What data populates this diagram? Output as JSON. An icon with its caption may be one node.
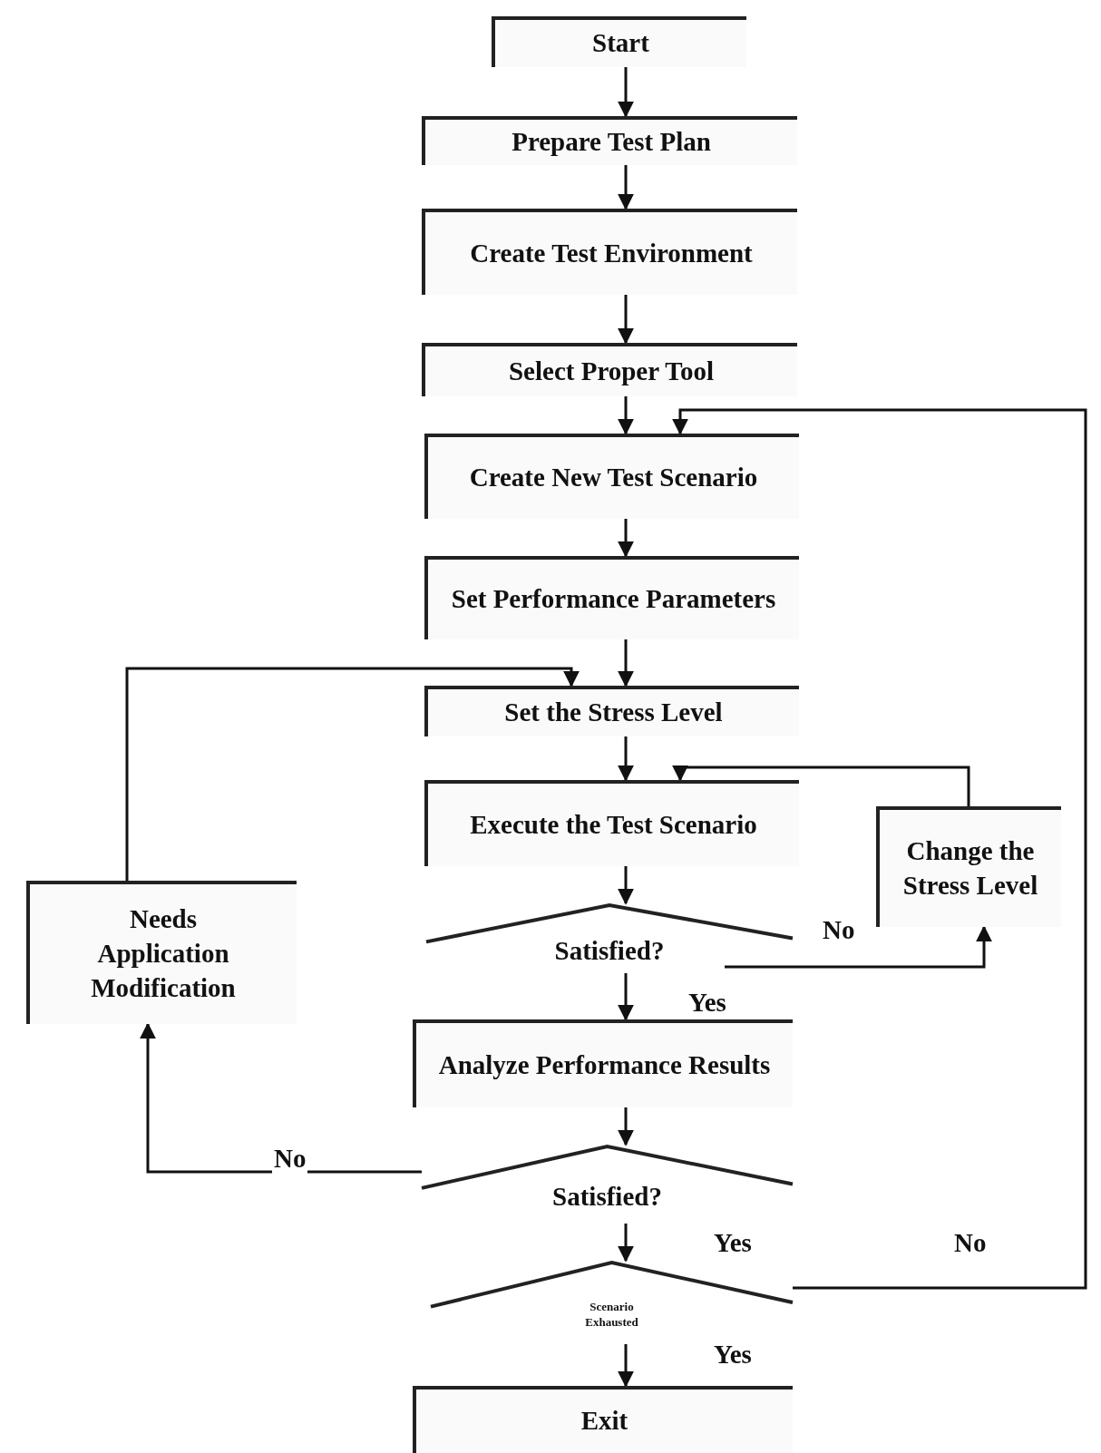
{
  "diagram": {
    "nodes": [
      {
        "text": [
          "Start"
        ]
      },
      {
        "text": [
          "Prepare Test Plan"
        ]
      },
      {
        "text": [
          "Create Test Environment"
        ]
      },
      {
        "text": [
          "Select Proper Tool"
        ]
      },
      {
        "text": [
          "Create New Test Scenario"
        ]
      },
      {
        "text": [
          "Set Performance Parameters"
        ]
      },
      {
        "text": [
          "Set the Stress Level"
        ]
      },
      {
        "text": [
          "Execute the Test Scenario"
        ]
      },
      {
        "text": [
          "Change the Stress Level"
        ]
      },
      {
        "text": [
          "Needs Application Modification"
        ]
      },
      {
        "text": [
          "Satisfied?"
        ]
      },
      {
        "text": [
          "Analyze Performance Results"
        ]
      },
      {
        "text": [
          "Satisfied?"
        ]
      },
      {
        "text": [
          "Scenario Exhausted"
        ]
      },
      {
        "text": [
          "Exit"
        ]
      }
    ],
    "edges": [
      {
        "from": 0,
        "to": 1,
        "arrow": "to"
      },
      {
        "from": 1,
        "to": 2,
        "arrow": "to"
      },
      {
        "from": 2,
        "to": 3,
        "arrow": "to"
      },
      {
        "from": 3,
        "to": 4,
        "arrow": "to"
      },
      {
        "from": 4,
        "to": 5,
        "arrow": "to"
      },
      {
        "from": 5,
        "to": 6,
        "arrow": "to"
      },
      {
        "from": 6,
        "to": 7,
        "arrow": "to"
      },
      {
        "from": 7,
        "to": 10,
        "arrow": "to"
      },
      {
        "from": 10,
        "to": 8,
        "label": "No",
        "arrow": "to"
      },
      {
        "from": 8,
        "to": 7,
        "arrow": "to"
      },
      {
        "from": 10,
        "to": 11,
        "label": "Yes",
        "arrow": "to"
      },
      {
        "from": 11,
        "to": 12,
        "arrow": "to"
      },
      {
        "from": 12,
        "to": 9,
        "label": "No",
        "arrow": "to"
      },
      {
        "from": 9,
        "to": 6,
        "arrow": "to"
      },
      {
        "from": 12,
        "to": 13,
        "label": "Yes",
        "arrow": "to"
      },
      {
        "from": 13,
        "to": 4,
        "label": "No",
        "arrow": "to"
      },
      {
        "from": 13,
        "to": 14,
        "label": "Yes",
        "arrow": "to"
      }
    ]
  }
}
